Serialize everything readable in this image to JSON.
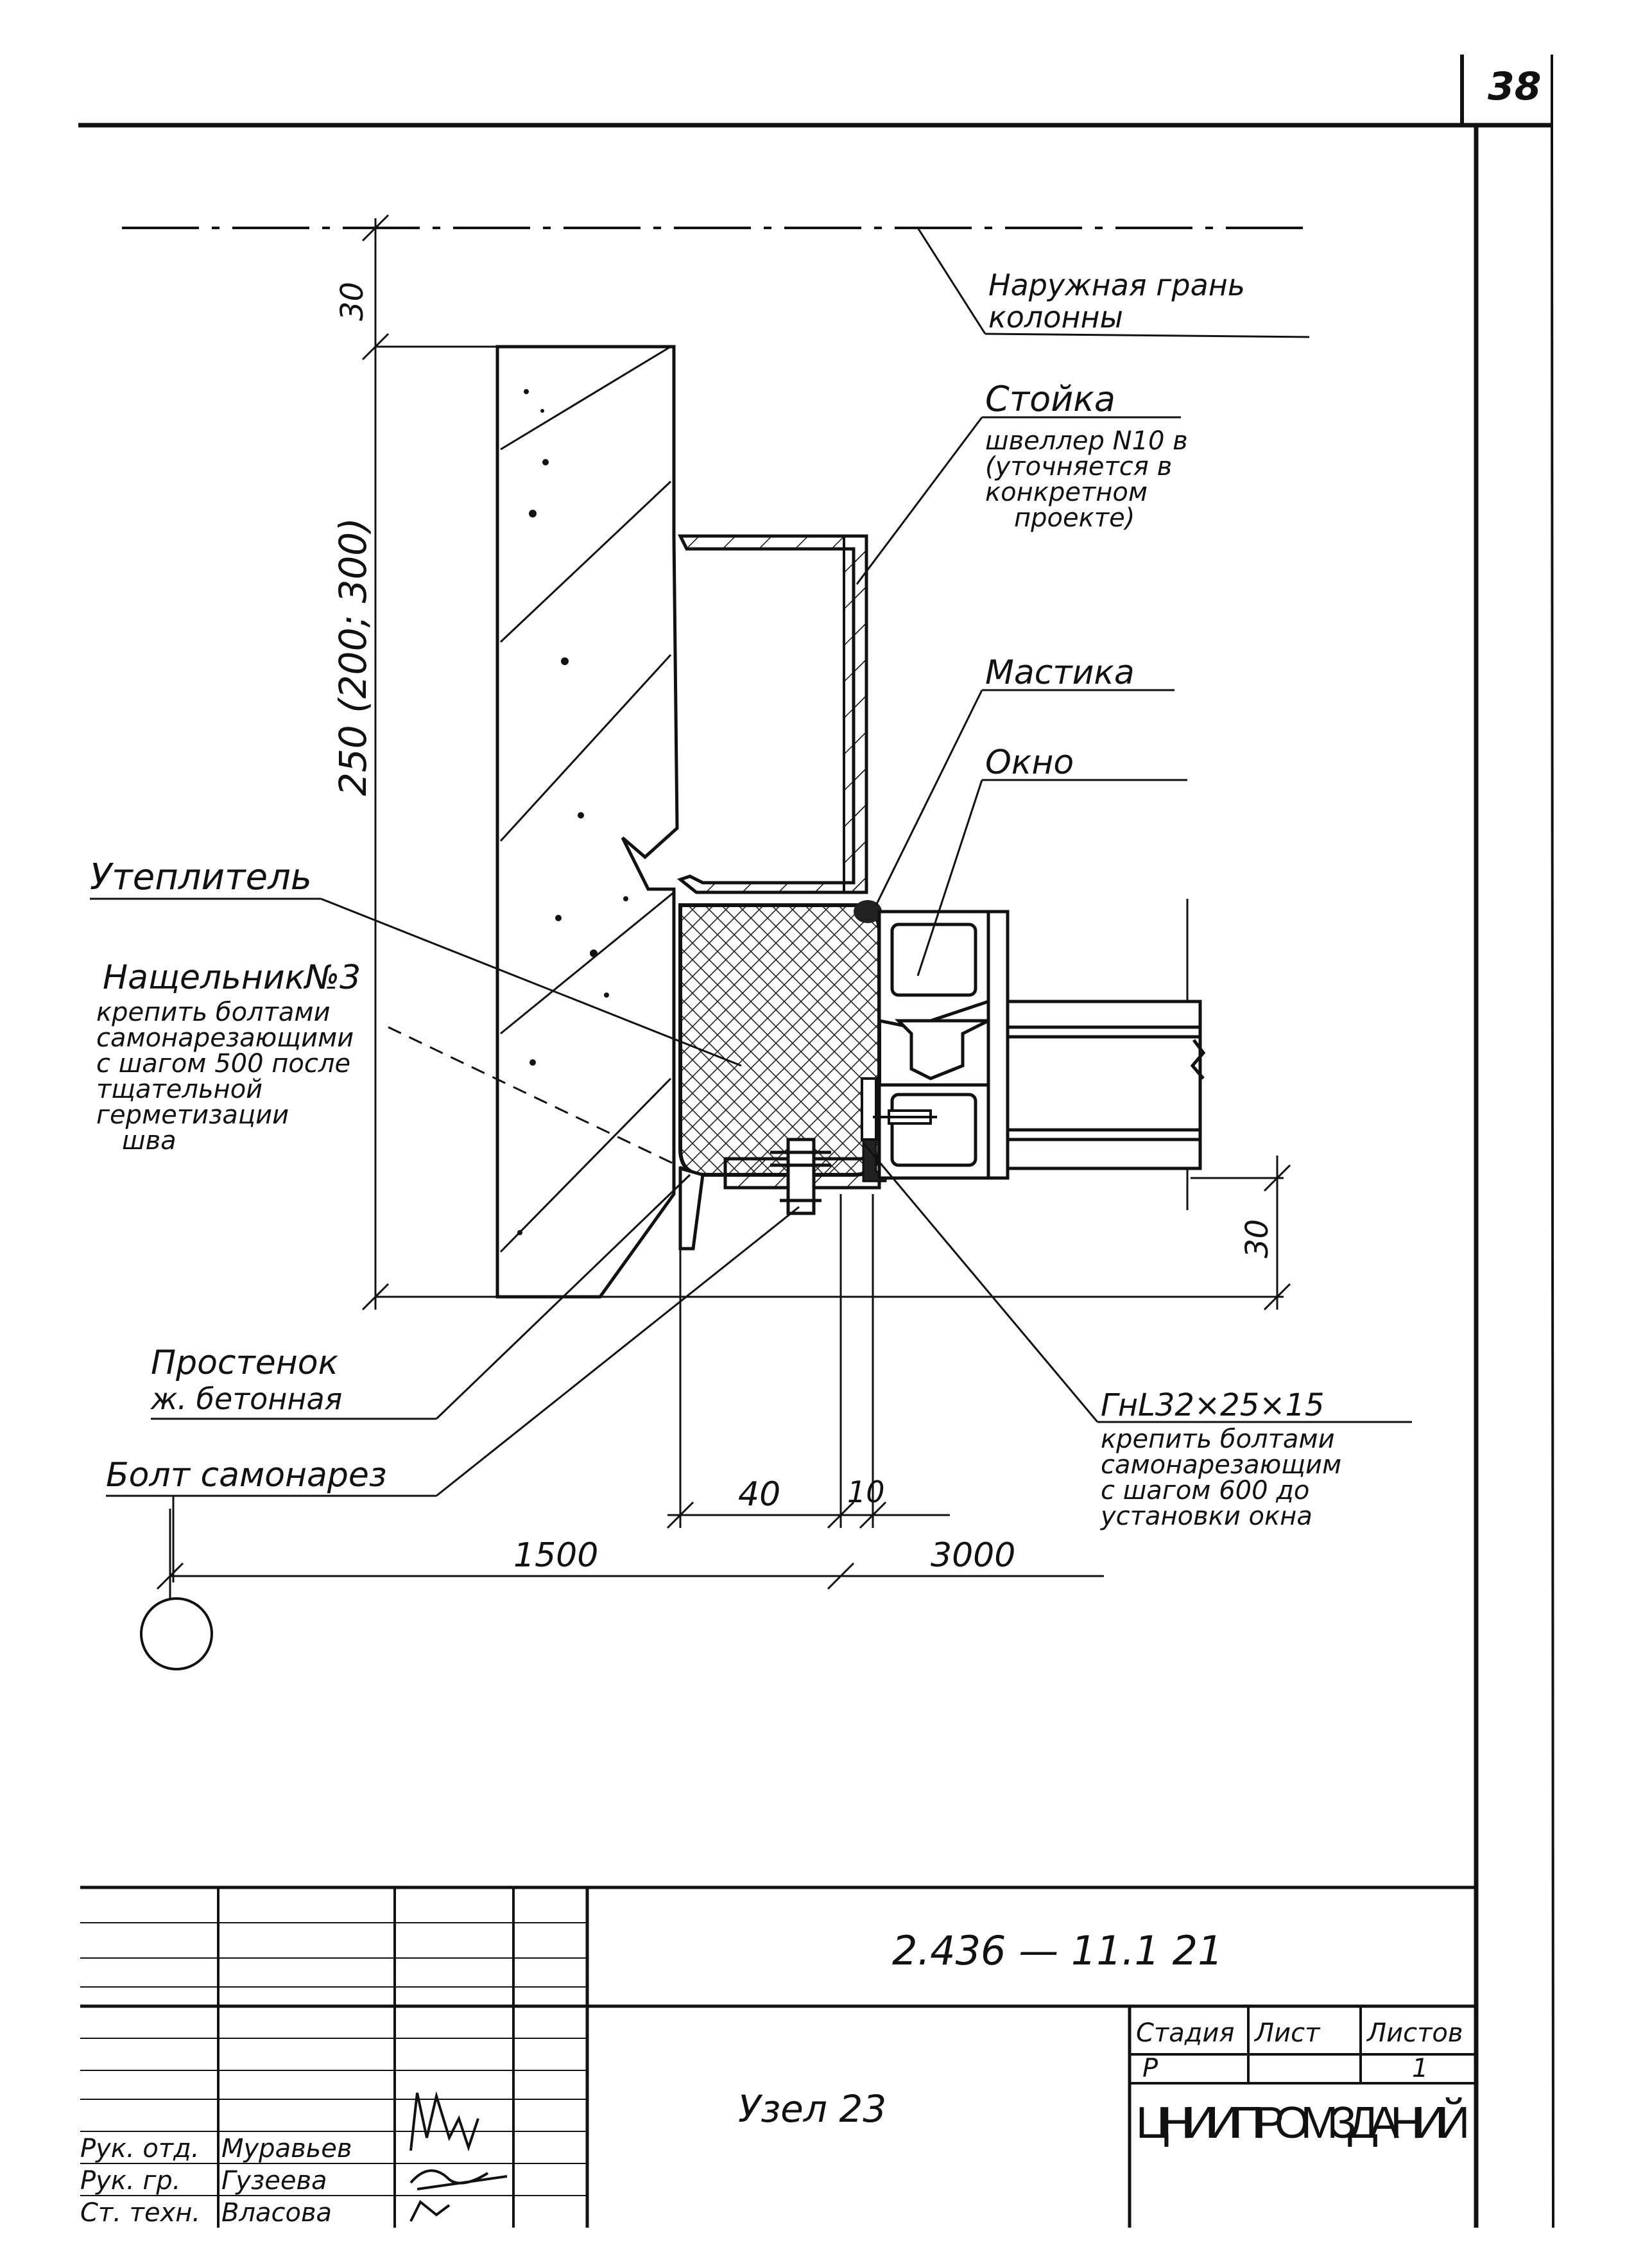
{
  "sheet_number": "38",
  "labels": {
    "outer_face": [
      "Наружная грань",
      "колонны"
    ],
    "stoika": [
      "Стойка",
      "швеллер N10 в",
      "(уточняется в",
      "конкретном",
      "проекте)"
    ],
    "mastika": "Мастика",
    "okno": "Окно",
    "uteplitel": "Утеплитель",
    "nashchelnik": [
      "Нащельник№3",
      "крепить болтами",
      "самонарезающими",
      "с шагом 500 после",
      "тщательной",
      "герметизации",
      "шва"
    ],
    "prostenok": [
      "Простенок",
      "ж. бетонная"
    ],
    "bolt": "Болт самонарез",
    "angle": [
      "ГнL32×25×15",
      "крепить болтами",
      "самонарезающим",
      "с шагом 600 до",
      "установки окна"
    ]
  },
  "dimensions": {
    "top_offset": "30",
    "wall_height": "250 (200; 300)",
    "bottom_offset": "30",
    "gap_40": "40",
    "gap_10": "10",
    "dist_1500": "1500",
    "dist_3000": "3000"
  },
  "title_block": {
    "doc_code": "2.436 — 11.1 21",
    "title": "Узел 23",
    "col_stage": "Стадия",
    "col_sheet": "Лист",
    "col_sheets": "Листов",
    "stage_value": "Р",
    "sheets_value": "1",
    "org": "ЦНИИПРОМЗДАНИЙ",
    "people": [
      {
        "role": "Рук. отд.",
        "name": "Муравьев"
      },
      {
        "role": "Рук. гр.",
        "name": "Гузеева"
      },
      {
        "role": "Ст. техн.",
        "name": "Власова"
      }
    ]
  }
}
